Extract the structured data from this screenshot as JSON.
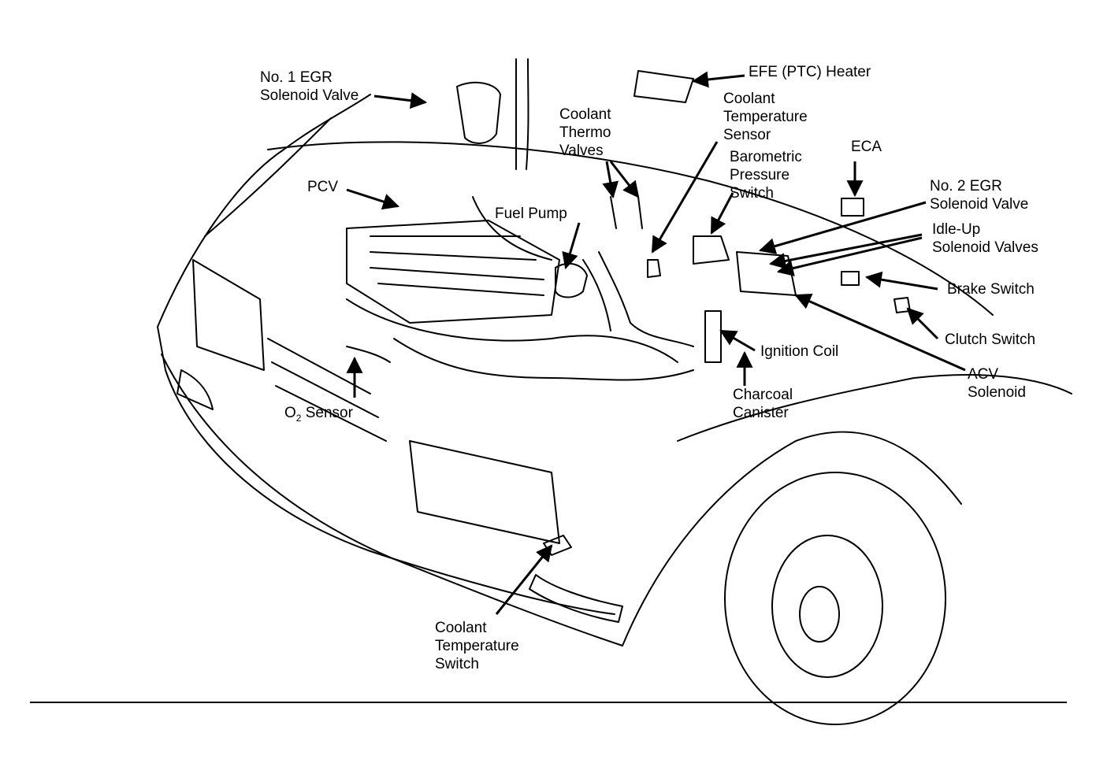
{
  "labels": {
    "no1_egr_solenoid_valve": "No. 1 EGR\nSolenoid Valve",
    "pcv": "PCV",
    "o2_sensor_main": "O",
    "o2_sensor_sub": "2",
    "o2_sensor_rest": " Sensor",
    "fuel_pump": "Fuel Pump",
    "coolant_thermo_valves": "Coolant\nThermo\nValves",
    "efe_ptc_heater": "EFE (PTC) Heater",
    "coolant_temperature_sensor": "Coolant\nTemperature\nSensor",
    "barometric_pressure_switch": "Barometric\nPressure\nSwitch",
    "eca": "ECA",
    "no2_egr_solenoid_valve": "No. 2 EGR\nSolenoid Valve",
    "idle_up_solenoid_valves": "Idle-Up\nSolenoid Valves",
    "brake_switch": "Brake Switch",
    "clutch_switch": "Clutch Switch",
    "acv_solenoid": "ACV\nSolenoid",
    "ignition_coil": "Ignition Coil",
    "charcoal_canister": "Charcoal\nCanister",
    "coolant_temperature_switch": "Coolant\nTemperature\nSwitch"
  },
  "colors": {
    "ink": "#000000",
    "paper": "#ffffff"
  }
}
